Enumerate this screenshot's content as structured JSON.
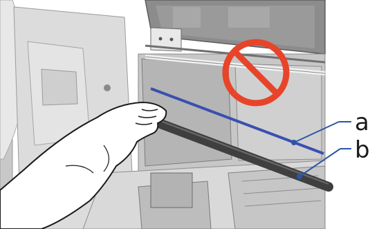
{
  "callouts": {
    "a": "a",
    "b": "b"
  },
  "colors": {
    "prohibition": "#e8442a",
    "rail_a": "#3a4fb0",
    "rod_b": "#4a4a4a",
    "callout_line": "#2b55a8",
    "frame_gray": "#9a9a9a",
    "interior_gray": "#d6d6d6",
    "dark_interior": "#7d7d7d"
  },
  "icons": [
    "prohibition-icon",
    "hand-illustration"
  ]
}
